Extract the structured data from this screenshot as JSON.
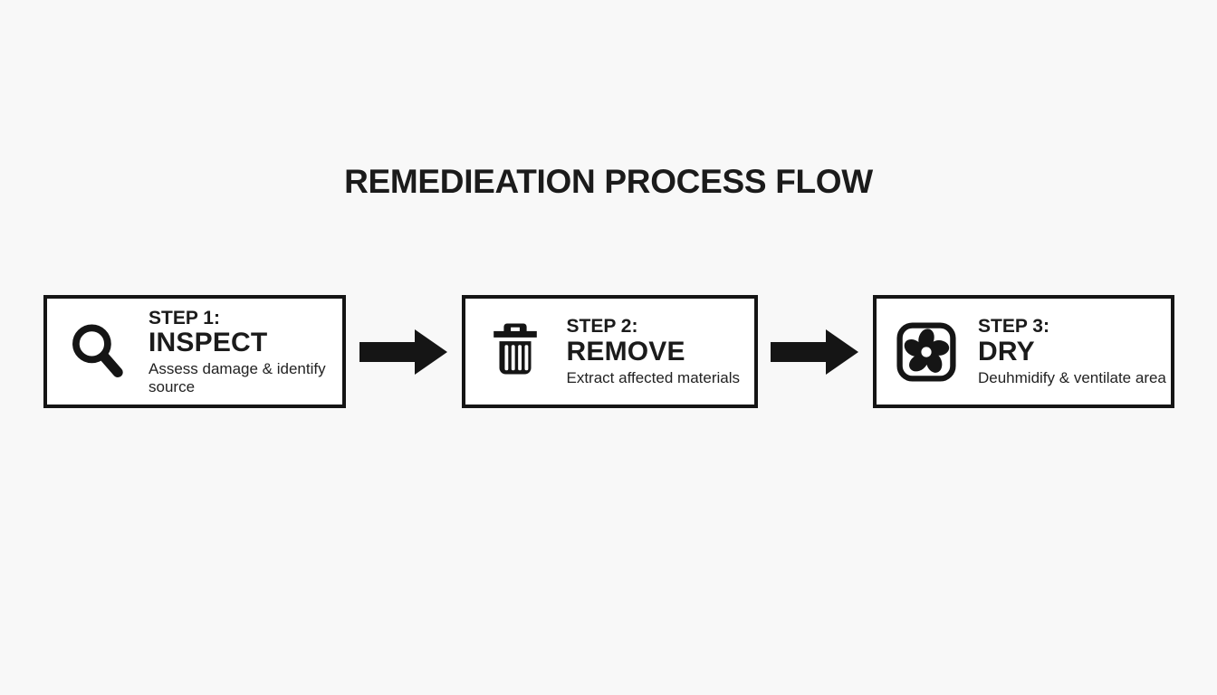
{
  "page": {
    "background_color": "#f8f8f8",
    "ink_color": "#151515",
    "box_background": "#ffffff"
  },
  "title": "REMEDIEATION PROCESS FLOW",
  "steps": [
    {
      "step_label": "STEP 1:",
      "name": "INSPECT",
      "description": "Assess damage & identify source",
      "icon": "magnifier-icon"
    },
    {
      "step_label": "STEP 2:",
      "name": "REMOVE",
      "description": "Extract affected materials",
      "icon": "trash-icon"
    },
    {
      "step_label": "STEP 3:",
      "name": "DRY",
      "description": "Deuhmidify & ventilate area",
      "icon": "fan-icon"
    }
  ],
  "arrows": [
    {
      "direction": "right"
    },
    {
      "direction": "right"
    }
  ]
}
